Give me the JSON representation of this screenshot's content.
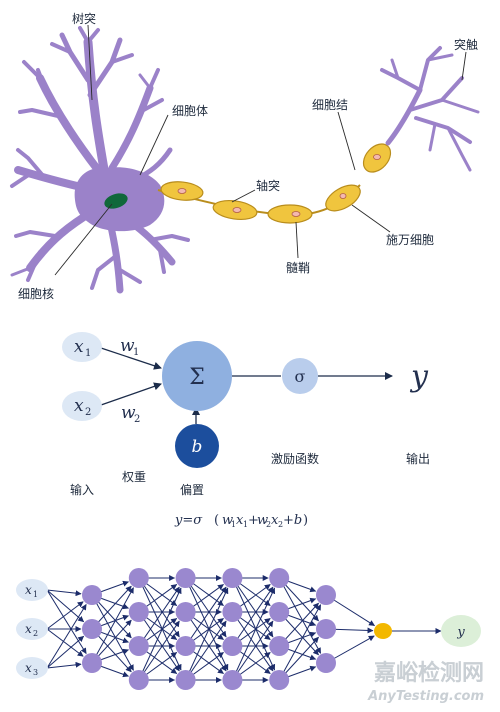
{
  "neuron": {
    "labels": {
      "dendrite": "树突",
      "soma": "细胞体",
      "axon": "轴突",
      "node": "细胞结",
      "terminal": "突触",
      "schwann": "施万细胞",
      "myelin": "髓鞘",
      "nucleus": "细胞核"
    },
    "colors": {
      "body": "#9b82c9",
      "nucleus": "#10683a",
      "myelin": "#f0c53e",
      "myelin_edge": "#b98d1d"
    }
  },
  "perceptron": {
    "inputs": [
      {
        "name": "x",
        "sub": "1"
      },
      {
        "name": "x",
        "sub": "2"
      }
    ],
    "weights": [
      {
        "name": "w",
        "sub": "1"
      },
      {
        "name": "w",
        "sub": "2"
      }
    ],
    "sum_symbol": "Σ",
    "bias_symbol": "b",
    "activation_symbol": "σ",
    "output_symbol": "y",
    "labels": {
      "input": "输入",
      "weight": "权重",
      "bias": "偏置",
      "activation": "激励函数",
      "output": "输出"
    },
    "formula": {
      "lhs": "y=σ",
      "t1_var": "w",
      "t1_sub": "1",
      "t2_var": "x",
      "t2_sub": "1",
      "plus1": "+",
      "t3_var": "w",
      "t3_sub": "2",
      "t4_var": "x",
      "t4_sub": "2",
      "plus2": "+b",
      "open": "(",
      "close": ")"
    },
    "colors": {
      "input_node": "#dde8f5",
      "sum_node": "#8fb0e0",
      "bias_node": "#1c4e9d",
      "activation_node": "#b9cdec"
    }
  },
  "network": {
    "inputs": [
      {
        "name": "x",
        "sub": "1"
      },
      {
        "name": "x",
        "sub": "2"
      },
      {
        "name": "x",
        "sub": "3"
      }
    ],
    "layer_sizes": [
      3,
      4,
      4,
      4,
      4,
      3
    ],
    "output_label": "y",
    "colors": {
      "input_node": "#dde8f5",
      "hidden_node": "#9a88cf",
      "merge_node": "#f3b800",
      "output_node": "#dcefd8",
      "edge": "#1c2c6a"
    }
  },
  "watermark": {
    "cn": "嘉峪检测网",
    "en": "AnyTesting.com"
  }
}
